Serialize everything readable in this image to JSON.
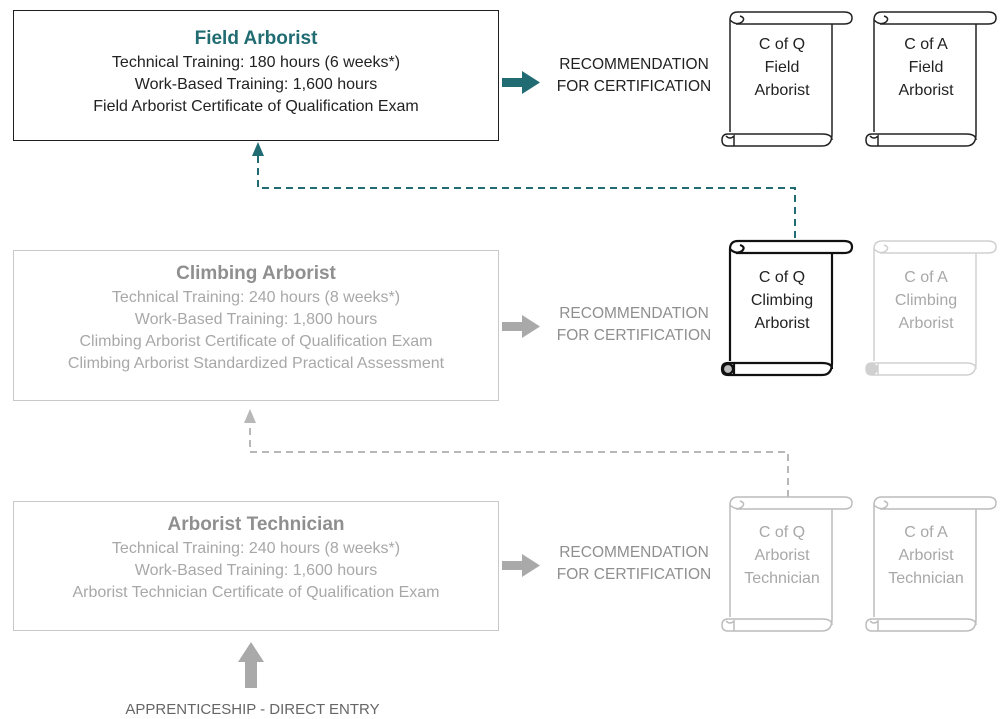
{
  "levels": [
    {
      "title": "Field Arborist",
      "lines": [
        "Technical Training:  180 hours (6 weeks*)",
        "Work-Based Training: 1,600 hours",
        "Field Arborist Certificate of Qualification Exam"
      ],
      "recommendation": [
        "RECOMMENDATION",
        "FOR CERTIFICATION"
      ],
      "cofq": [
        "C of Q",
        "Field",
        "Arborist"
      ],
      "cofa": [
        "C of A",
        "Field",
        "Arborist"
      ]
    },
    {
      "title": "Climbing Arborist",
      "lines": [
        "Technical Training: 240 hours (8 weeks*)",
        "Work-Based Training: 1,800 hours",
        "Climbing Arborist Certificate of Qualification Exam",
        "Climbing Arborist Standardized Practical Assessment"
      ],
      "recommendation": [
        "RECOMMENDATION",
        "FOR CERTIFICATION"
      ],
      "cofq": [
        "C of Q",
        "Climbing",
        "Arborist"
      ],
      "cofa": [
        "C of A",
        "Climbing",
        "Arborist"
      ]
    },
    {
      "title": "Arborist Technician",
      "lines": [
        "Technical Training: 240 hours (8 weeks*)",
        "Work-Based Training: 1,600 hours",
        "Arborist Technician Certificate of Qualification Exam"
      ],
      "recommendation": [
        "RECOMMENDATION",
        "FOR CERTIFICATION"
      ],
      "cofq": [
        "C of Q",
        "Arborist",
        "Technician"
      ],
      "cofa": [
        "C of A",
        "Arborist",
        "Technician"
      ]
    }
  ],
  "entry_label": "APPRENTICESHIP - DIRECT ENTRY",
  "colors": {
    "teal": "#216c72",
    "dark": "#1f1f1f",
    "muted": "#c8c8c8",
    "gray_arrow": "#a9a9a9"
  }
}
